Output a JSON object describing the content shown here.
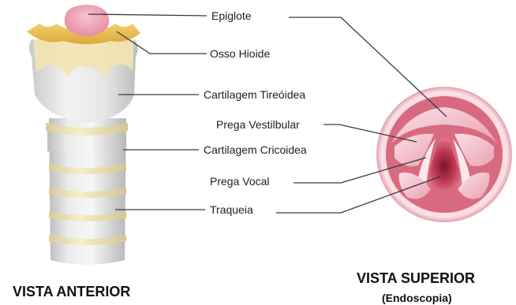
{
  "labels": {
    "epiglote": "Epiglote",
    "osso_hioide": "Osso Hioide",
    "cartilagem_tireoidea": "Cartilagem Tireóidea",
    "prega_vestibular": "Prega Vestilbular",
    "cartilagem_cricoidea": "Cartilagem Cricoidea",
    "prega_vocal": "Prega Vocal",
    "traqueia": "Traqueia"
  },
  "captions": {
    "anterior": "VISTA ANTERIOR",
    "superior": "VISTA SUPERIOR",
    "superior_sub": "(Endoscopia)"
  },
  "colors": {
    "epiglottis": "#f3a6b8",
    "hyoid": "#f2c45a",
    "thyroid": "#dcdcdc",
    "cartilage_band": "#f4e7b8",
    "trachea": "#d9d9d9",
    "endoscopy_ring": "#f7cdd5",
    "endoscopy_inner": "#d9566e",
    "leader_line": "#3a3a3a"
  }
}
